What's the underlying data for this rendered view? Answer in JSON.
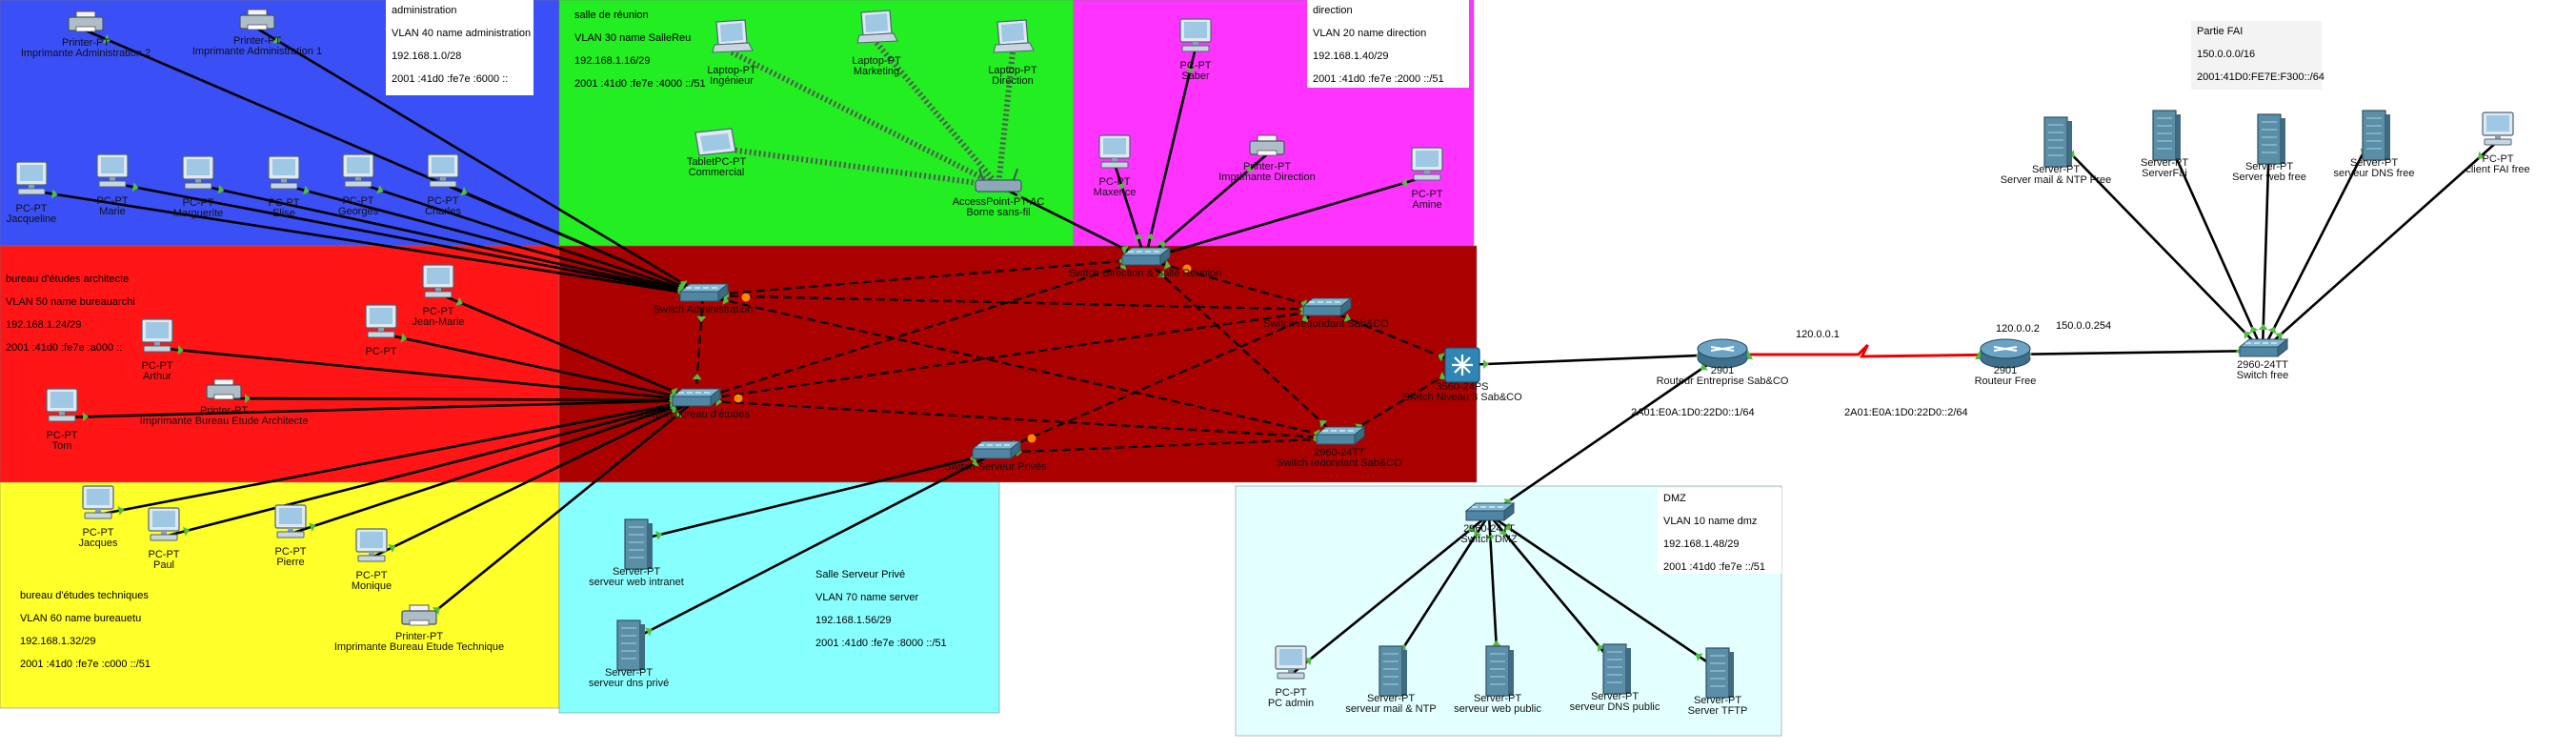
{
  "zones": [
    {
      "id": "administration",
      "color": "#3a4ff5",
      "notes": [
        "administration",
        "VLAN 40 name administration",
        "192.168.1.0/28",
        "2001 :41d0 :fe7e :6000 ::"
      ]
    },
    {
      "id": "reunion",
      "color": "#22ee22",
      "notes": [
        "salle de réunion",
        "VLAN 30 name SalleReu",
        "192.168.1.16/29",
        "2001 :41d0 :fe7e :4000 ::/51"
      ]
    },
    {
      "id": "direction",
      "color": "#ff33ff",
      "notes": [
        "direction",
        "VLAN 20 name direction",
        "192.168.1.40/29",
        "2001 :41d0 :fe7e :2000 ::/51"
      ]
    },
    {
      "id": "architecte",
      "color": "#ff1515",
      "notes": [
        "bureau d'études architecte",
        "VLAN 50 name bureauarchi",
        "192.168.1.24/29",
        "2001 :41d0 :fe7e :a000 ::"
      ]
    },
    {
      "id": "core",
      "color": "#aa0000",
      "notes": []
    },
    {
      "id": "techniques",
      "color": "#ffff2a",
      "notes": [
        "bureau d'études techniques",
        "VLAN 60 name bureauetu",
        "192.168.1.32/29",
        "2001 :41d0 :fe7e :c000 ::/51"
      ]
    },
    {
      "id": "serveurs",
      "color": "#88ffff",
      "notes": [
        "Salle Serveur Privé",
        "VLAN 70 name server",
        "192.168.1.56/29",
        "2001 :41d0 :fe7e :8000 ::/51"
      ]
    },
    {
      "id": "dmz",
      "color": "#e4ffff",
      "notes": [
        "DMZ",
        "VLAN 10 name dmz",
        "192.168.1.48/29",
        "2001 :41d0 :fe7e ::/51"
      ]
    },
    {
      "id": "fai",
      "color": "#f3f3f3",
      "notes": [
        "Partie FAI",
        "150.0.0.0/16",
        "2001:41D0:FE7E:F300::/64"
      ]
    }
  ],
  "devices": [
    {
      "id": "pr_admin2",
      "type": "printer",
      "labels": [
        "Printer-PT",
        "Imprimante Administration 2"
      ]
    },
    {
      "id": "pr_admin1",
      "type": "printer",
      "labels": [
        "Printer-PT",
        "Imprimante Administration 1"
      ]
    },
    {
      "id": "jacqueline",
      "type": "pc",
      "labels": [
        "PC-PT",
        "Jacqueline"
      ]
    },
    {
      "id": "marie",
      "type": "pc",
      "labels": [
        "PC-PT",
        "Marie"
      ]
    },
    {
      "id": "marguerite",
      "type": "pc",
      "labels": [
        "PC-PT",
        "Marguerite"
      ]
    },
    {
      "id": "elise",
      "type": "pc",
      "labels": [
        "PC-PT",
        "Elise"
      ]
    },
    {
      "id": "georges",
      "type": "pc",
      "labels": [
        "PC-PT",
        "Georges"
      ]
    },
    {
      "id": "charles",
      "type": "pc",
      "labels": [
        "PC-PT",
        "Charles"
      ]
    },
    {
      "id": "lap_ing",
      "type": "laptop",
      "labels": [
        "Laptop-PT",
        "Ingénieur"
      ]
    },
    {
      "id": "lap_mkt",
      "type": "laptop",
      "labels": [
        "Laptop-PT",
        "Marketing"
      ]
    },
    {
      "id": "lap_dir",
      "type": "laptop",
      "labels": [
        "Laptop-PT",
        "Direction"
      ]
    },
    {
      "id": "tablet",
      "type": "tablet",
      "labels": [
        "TabletPC-PT",
        "Commercial"
      ]
    },
    {
      "id": "ap",
      "type": "ap",
      "labels": [
        "AccessPoint-PT-AC",
        "Borne sans-fil"
      ]
    },
    {
      "id": "saber",
      "type": "pc",
      "labels": [
        "PC-PT",
        "Saber"
      ]
    },
    {
      "id": "maxence",
      "type": "pc",
      "labels": [
        "PC-PT",
        "Maxence"
      ]
    },
    {
      "id": "pr_dir",
      "type": "printer",
      "labels": [
        "Printer-PT",
        "Imprimante Direction"
      ]
    },
    {
      "id": "amine",
      "type": "pc",
      "labels": [
        "PC-PT",
        "Amine"
      ]
    },
    {
      "id": "jeanmarie",
      "type": "pc",
      "labels": [
        "PC-PT",
        "Jean-Marie"
      ]
    },
    {
      "id": "pc_b",
      "type": "pc",
      "labels": [
        "PC-PT"
      ]
    },
    {
      "id": "arthur",
      "type": "pc",
      "labels": [
        "PC-PT",
        "Arthur"
      ]
    },
    {
      "id": "pr_archi",
      "type": "printer",
      "labels": [
        "Printer-PT",
        "Imprimante Bureau Etude Architecte"
      ]
    },
    {
      "id": "tom",
      "type": "pc",
      "labels": [
        "PC-PT",
        "Tom"
      ]
    },
    {
      "id": "sw_admin",
      "type": "switch",
      "labels": [
        "Switch Administration"
      ]
    },
    {
      "id": "sw_dir",
      "type": "switch",
      "labels": [
        "Switch Direction & Salle Réunion"
      ]
    },
    {
      "id": "sw_red1",
      "type": "switch",
      "labels": [
        "Switch redondant Sab&CO"
      ]
    },
    {
      "id": "ms",
      "type": "mswitch",
      "labels": [
        "3560-24PS",
        "Switch Niveau 3 Sab&CO"
      ]
    },
    {
      "id": "sw_etudes",
      "type": "switch",
      "labels": [
        "Switch bureau d'études"
      ]
    },
    {
      "id": "sw_red2",
      "type": "switch",
      "labels": [
        "2960-24TT",
        "Switch redondant Sab&CO"
      ]
    },
    {
      "id": "sw_serv",
      "type": "switch",
      "labels": [
        "Switch Serveur Privés"
      ]
    },
    {
      "id": "jacques",
      "type": "pc",
      "labels": [
        "PC-PT",
        "Jacques"
      ]
    },
    {
      "id": "paul",
      "type": "pc",
      "labels": [
        "PC-PT",
        "Paul"
      ]
    },
    {
      "id": "pierre",
      "type": "pc",
      "labels": [
        "PC-PT",
        "Pierre"
      ]
    },
    {
      "id": "monique",
      "type": "pc",
      "labels": [
        "PC-PT",
        "Monique"
      ]
    },
    {
      "id": "pr_tech",
      "type": "printer",
      "labels": [
        "Printer-PT",
        "Imprimante Bureau Etude Technique"
      ]
    },
    {
      "id": "srv_intra",
      "type": "server",
      "labels": [
        "Server-PT",
        "serveur web intranet"
      ]
    },
    {
      "id": "srv_dns",
      "type": "server",
      "labels": [
        "Server-PT",
        "serveur dns privé"
      ]
    },
    {
      "id": "r_ent",
      "type": "router",
      "labels": [
        "2901",
        "Routeur Entreprise Sab&CO"
      ]
    },
    {
      "id": "r_free",
      "type": "router",
      "labels": [
        "2901",
        "Routeur Free"
      ]
    },
    {
      "id": "sw_free",
      "type": "switch",
      "labels": [
        "2960-24TT",
        "Switch free"
      ]
    },
    {
      "id": "fai_mail",
      "type": "server",
      "labels": [
        "Server-PT",
        "Server mail & NTP Free"
      ]
    },
    {
      "id": "fai_ftp",
      "type": "server",
      "labels": [
        "Server-PT",
        "ServerFai"
      ]
    },
    {
      "id": "fai_web",
      "type": "server",
      "labels": [
        "Server-PT",
        "Server web free"
      ]
    },
    {
      "id": "fai_dns",
      "type": "server",
      "labels": [
        "Server-PT",
        "serveur DNS free"
      ]
    },
    {
      "id": "fai_client",
      "type": "pc",
      "labels": [
        "PC-PT",
        "client FAI free"
      ]
    },
    {
      "id": "sw_dmz",
      "type": "switch",
      "labels": [
        "2960-24TT",
        "Switch DMZ"
      ]
    },
    {
      "id": "pc_admin",
      "type": "pc",
      "labels": [
        "PC-PT",
        "PC admin"
      ]
    },
    {
      "id": "dmz_mail",
      "type": "server",
      "labels": [
        "Server-PT",
        "serveur mail & NTP"
      ]
    },
    {
      "id": "dmz_web",
      "type": "server",
      "labels": [
        "Server-PT",
        "serveur web public"
      ]
    },
    {
      "id": "dmz_dns",
      "type": "server",
      "labels": [
        "Server-PT",
        "serveur DNS public"
      ]
    },
    {
      "id": "dmz_tftp",
      "type": "server",
      "labels": [
        "Server-PT",
        "Server TFTP"
      ]
    }
  ],
  "link_labels": [
    "120.0.0.1",
    "120.0.0.2",
    "150.0.0.254",
    "2A01:E0A:1D0:22D0::1/64",
    "2A01:E0A:1D0:22D0::2/64"
  ],
  "colors": {
    "copper": "#000000",
    "wireless": "#555555",
    "serial": "#ee0000",
    "port_up": "#4fc03a",
    "port_pending": "#ff8800"
  }
}
